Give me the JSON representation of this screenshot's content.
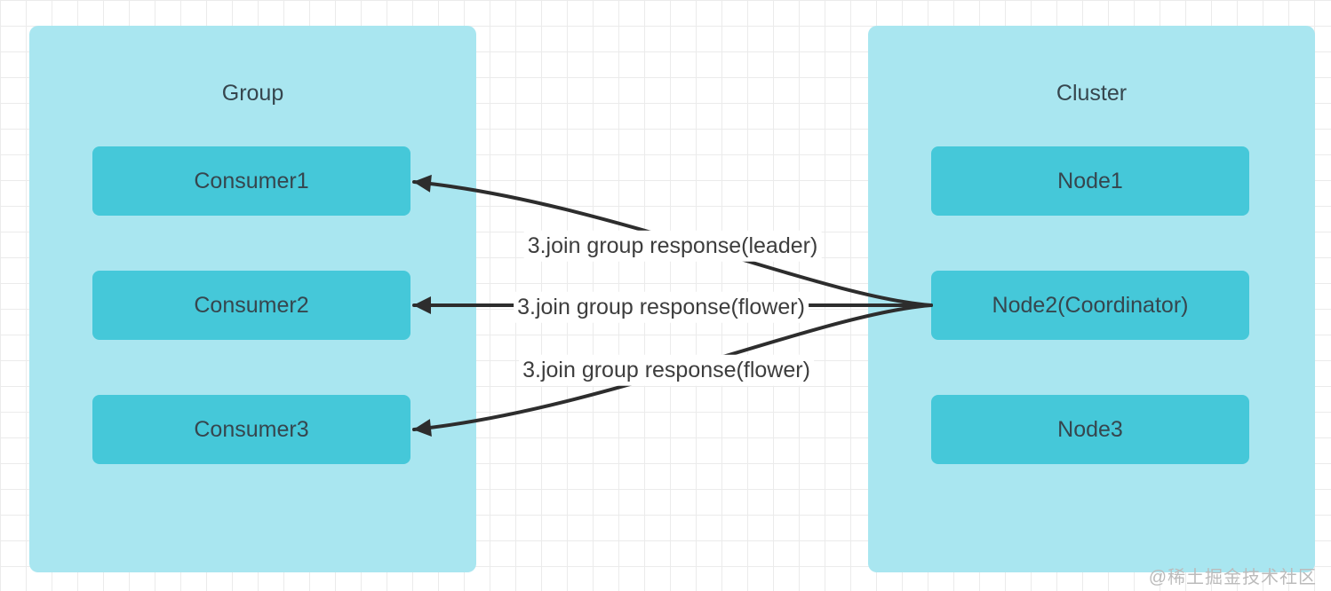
{
  "diagram": {
    "group": {
      "title": "Group",
      "items": [
        "Consumer1",
        "Consumer2",
        "Consumer3"
      ]
    },
    "cluster": {
      "title": "Cluster",
      "items": [
        "Node1",
        "Node2(Coordinator)",
        "Node3"
      ]
    },
    "edges": [
      {
        "from": "Node2(Coordinator)",
        "to": "Consumer1",
        "label": "3.join group response(leader)"
      },
      {
        "from": "Node2(Coordinator)",
        "to": "Consumer2",
        "label": "3.join group response(flower)"
      },
      {
        "from": "Node2(Coordinator)",
        "to": "Consumer3",
        "label": "3.join group response(flower)"
      }
    ],
    "watermark": "@稀土掘金技术社区",
    "colors": {
      "container_fill": "#a9e6f0",
      "node_fill": "#45c8d9",
      "node_text": "#36464e",
      "edge_stroke": "#2d2d2d",
      "edge_label_text": "#3d3d3d",
      "grid_line": "#ebebeb",
      "watermark_text": "#bbbbbb",
      "background": "#ffffff"
    }
  }
}
